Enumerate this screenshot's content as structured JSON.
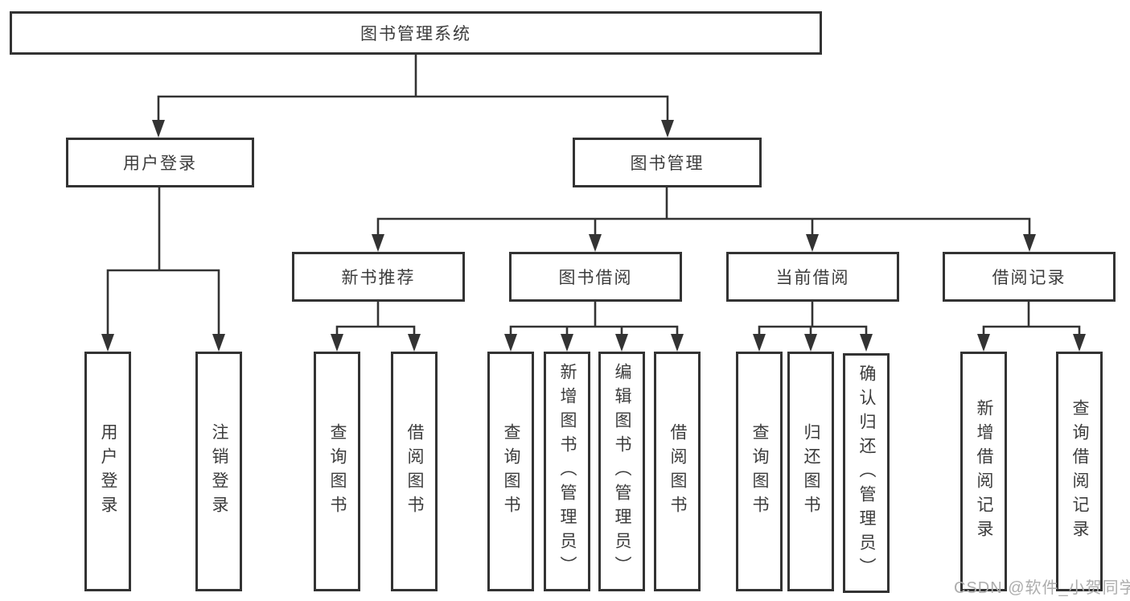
{
  "diagram_title": "图书管理系统",
  "watermark": "CSDN @软件_小贺同学",
  "colors": {
    "line": "#333333",
    "box_border": "#333333",
    "text": "#3c3c3c",
    "background": "#ffffff",
    "watermark": "#adadad"
  },
  "tree": {
    "root": {
      "label": "图书管理系统"
    },
    "branches": [
      {
        "label": "用户登录",
        "children": [
          {
            "label": "用户登录"
          },
          {
            "label": "注销登录"
          }
        ]
      },
      {
        "label": "图书管理",
        "children": [
          {
            "label": "新书推荐",
            "children": [
              {
                "label": "查询图书"
              },
              {
                "label": "借阅图书"
              }
            ]
          },
          {
            "label": "图书借阅",
            "children": [
              {
                "label": "查询图书"
              },
              {
                "label": "新增图书（管理员）"
              },
              {
                "label": "编辑图书（管理员）"
              },
              {
                "label": "借阅图书"
              }
            ]
          },
          {
            "label": "当前借阅",
            "children": [
              {
                "label": "查询图书"
              },
              {
                "label": "归还图书"
              },
              {
                "label": "确认归还（管理员）"
              }
            ]
          },
          {
            "label": "借阅记录",
            "children": [
              {
                "label": "新增借阅记录"
              },
              {
                "label": "查询借阅记录"
              }
            ]
          }
        ]
      }
    ]
  }
}
